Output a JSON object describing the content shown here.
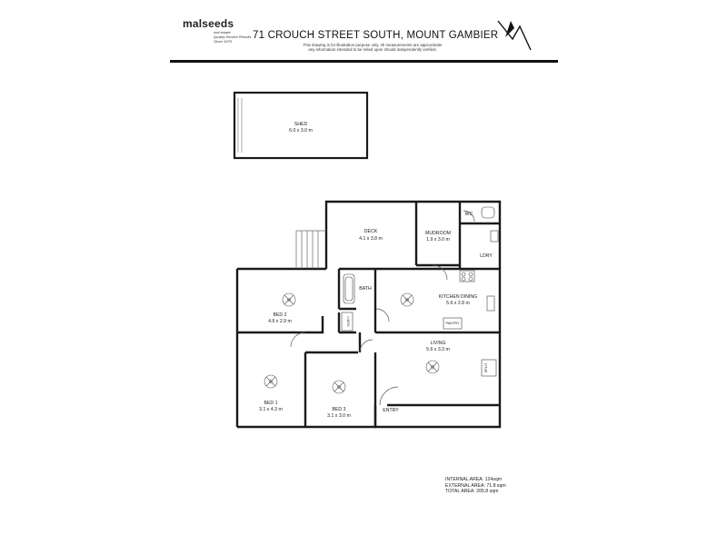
{
  "header": {
    "brand_name": "malseeds",
    "brand_tagline": [
      "real estate",
      "Quality Service Results",
      "Since 1975"
    ],
    "title": "71 CROUCH STREET SOUTH, MOUNT GAMBIER",
    "disclaimer_line1": "This drawing is for illustration purpose only. All measurements are approximate",
    "disclaimer_line2": "any information intended to be relied upon should independently verified."
  },
  "rooms": {
    "shed": {
      "name": "SHED",
      "size": "6.0 x 3.0 m"
    },
    "deck": {
      "name": "DECK",
      "size": "4.1 x 3.8 m"
    },
    "mudroom": {
      "name": "MUDROOM",
      "size": "1.9 x 3.0 m"
    },
    "wc": {
      "name": "WC"
    },
    "ldry": {
      "name": "LDRY"
    },
    "bath": {
      "name": "BATH"
    },
    "kitchen_dining": {
      "name": "KITCHEN DINING",
      "size": "5.6 x 2.8 m"
    },
    "pantry": {
      "name": "PANTRY"
    },
    "linen": {
      "name": "LINEN"
    },
    "bed2": {
      "name": "BED 2",
      "size": "4.6 x 2.9 m"
    },
    "living": {
      "name": "LIVING",
      "size": "5.6 x 3.3 m"
    },
    "split": {
      "name": "SPLIT"
    },
    "bed1": {
      "name": "BED 1",
      "size": "3.1 x 4.3 m"
    },
    "bed3": {
      "name": "BED 3",
      "size": "3.1 x 3.0 m"
    },
    "entry": {
      "name": "ENTRY"
    }
  },
  "areas": {
    "internal": "INTERNAL AREA: 124sqm",
    "external": "EXTERNAL AREA: 71.8 sqm",
    "total": "TOTAL AREA: 205.8 sqm"
  }
}
